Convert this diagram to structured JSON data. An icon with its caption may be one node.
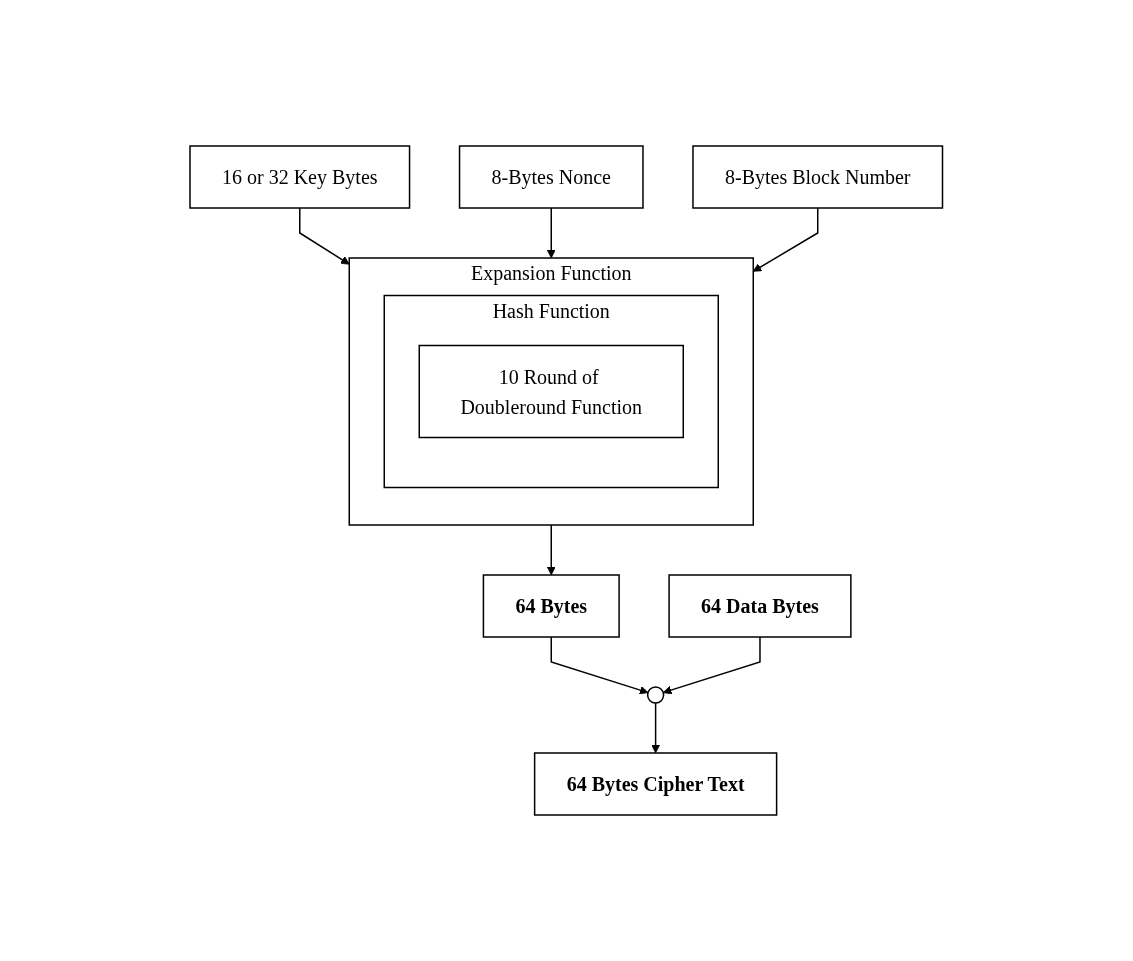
{
  "diagram": {
    "nodes": [
      {
        "text": [
          "16 or 32 Key Bytes"
        ]
      },
      {
        "text": [
          "8-Bytes Nonce"
        ]
      },
      {
        "text": [
          "8-Bytes Block Number"
        ]
      },
      {
        "text": [
          "Expansion Function"
        ]
      },
      {
        "text": [
          "Hash Function"
        ],
        "in": 3
      },
      {
        "text": [
          "10 Round of Doubleround Function"
        ],
        "in": 4
      },
      {
        "text": [
          "64 Bytes"
        ]
      },
      {
        "text": [
          "64 Data Bytes"
        ]
      },
      {
        "text": [],
        "shape": "circle"
      },
      {
        "text": [
          "64 Bytes Cipher Text"
        ]
      }
    ],
    "edges": [
      {
        "from": 0,
        "to": 3,
        "arrow": "to"
      },
      {
        "from": 1,
        "to": 3,
        "arrow": "to"
      },
      {
        "from": 2,
        "to": 3,
        "arrow": "to"
      },
      {
        "from": 3,
        "to": 6,
        "arrow": "to"
      },
      {
        "from": 6,
        "to": 8,
        "arrow": "to"
      },
      {
        "from": 7,
        "to": 8,
        "arrow": "to"
      },
      {
        "from": 8,
        "to": 9,
        "arrow": "to"
      }
    ]
  }
}
